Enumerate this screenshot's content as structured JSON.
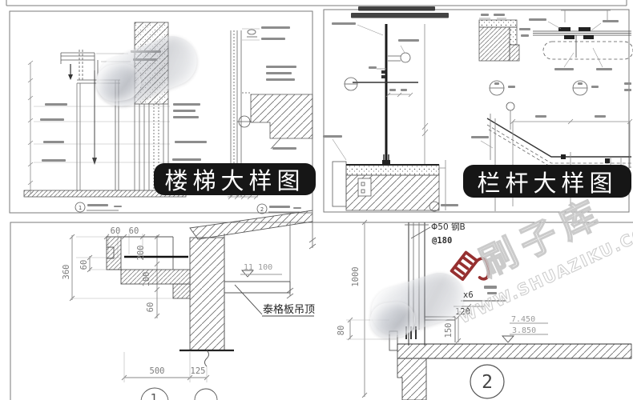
{
  "colors": {
    "plate_bg": "#161616",
    "plate_text": "#ffffff",
    "line": "#555555",
    "dim_text": "#7d7d7d",
    "level_text": "#9a9a9a",
    "dark_text": "#2e2e2e",
    "brush_red": "#8e1f1f",
    "watermark_stroke": "#c6c6c6"
  },
  "stair_panel": {
    "title": "楼梯大样图",
    "callout_1": "1",
    "callout_2": "2"
  },
  "railing_panel": {
    "title": "栏杆大样图"
  },
  "detail_left": {
    "dim_top_a": "60",
    "dim_top_b": "60",
    "dim_side_60": "60",
    "dim_side_360": "360",
    "dim_inner_200": "200",
    "dim_inner_100": "100",
    "dim_inner_60": "60",
    "dim_500": "500",
    "dim_125": "125",
    "level": "11 100",
    "ceiling_label": "泰格板吊顶",
    "callout": "1"
  },
  "detail_right": {
    "dim_1000": "1000",
    "dim_80": "80",
    "dim_150": "150",
    "dim_120": "120",
    "multiplier": "x6",
    "rebar": "Φ50 钢B",
    "spacing": "@180",
    "level_a": "7.450",
    "level_b": "3.850",
    "callout": "2"
  },
  "watermark": {
    "brand": "刷子库",
    "site": "WWW.SHUAZIKU.COM"
  }
}
